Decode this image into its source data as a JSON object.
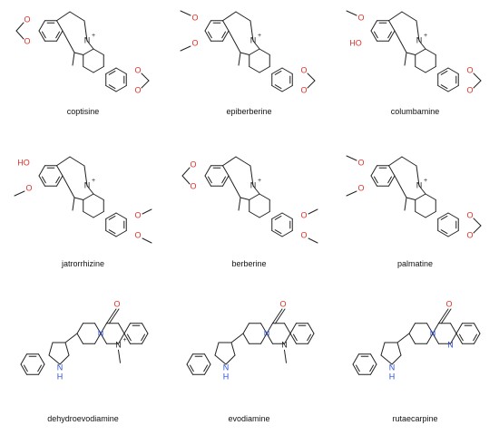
{
  "compounds": [
    {
      "name": "coptisine"
    },
    {
      "name": "epiberberine"
    },
    {
      "name": "columbamine"
    },
    {
      "name": "jatrorrhizine"
    },
    {
      "name": "berberine"
    },
    {
      "name": "palmatine"
    },
    {
      "name": "dehydroevodiamine"
    },
    {
      "name": "evodiamine"
    },
    {
      "name": "rutaecarpine"
    }
  ],
  "atom_labels": {
    "oxygen": "O",
    "hydroxyl": "HO",
    "nitrogen": "N",
    "nitrogen_h": "H",
    "cation": "+"
  },
  "colors": {
    "oxygen": "#e0302a",
    "nitrogen": "#2a4fd6",
    "bond": "#222222"
  },
  "structure_types": [
    "protoberberine",
    "protoberberine",
    "protoberberine",
    "protoberberine",
    "protoberberine",
    "protoberberine",
    "quinazolinocarboline",
    "quinazolinocarboline",
    "quinazolinocarboline"
  ],
  "substituents": [
    {
      "ring_a": "methylenedioxy",
      "ring_d": "methylenedioxy"
    },
    {
      "ring_a": "dimethoxy",
      "ring_d": "methylenedioxy"
    },
    {
      "ring_a": "methoxy-hydroxy",
      "ring_d": "methylenedioxy"
    },
    {
      "ring_a": "hydroxy-methoxy",
      "ring_d": "dimethoxy"
    },
    {
      "ring_a": "methylenedioxy",
      "ring_d": "dimethoxy"
    },
    {
      "ring_a": "dimethoxy",
      "ring_d": "methylenedioxy"
    }
  ]
}
